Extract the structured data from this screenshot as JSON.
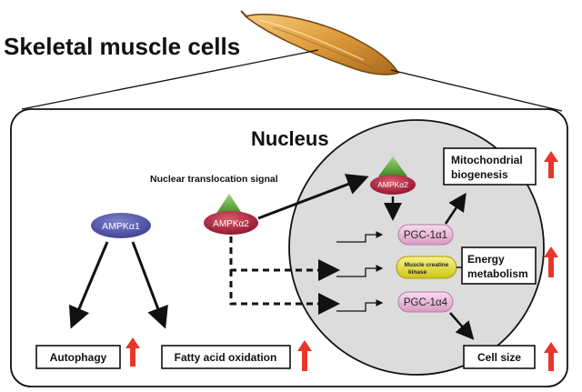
{
  "title": "Skeletal muscle cells",
  "nucleus_label": "Nucleus",
  "nls_label": "Nuclear translocation signal",
  "nodes": {
    "ampk_a1": "AMPKα1",
    "ampk_a2_cyto": "AMPKα2",
    "ampk_a2_nuc": "AMPKα2",
    "pgc1a1": "PGC-1α1",
    "pgc1a4": "PGC-1α4",
    "mck_line1": "Muscle creatine",
    "mck_line2": "kinase"
  },
  "outcomes": {
    "mito_line1": "Mitochondrial",
    "mito_line2": "biogenesis",
    "energy_line1": "Energy",
    "energy_line2": "metabolism",
    "cell_size": "Cell size",
    "autophagy": "Autophagy",
    "fatty_acid": "Fatty acid oxidation"
  },
  "colors": {
    "ampk": "#3d3f8f",
    "ampk2": "#b0203a",
    "triangle": "#5aa13a",
    "pgc": "#eab7d8",
    "mck": "#e8e224",
    "nucleus": "#dcdcdc",
    "arrow_up": "#e8372a"
  }
}
